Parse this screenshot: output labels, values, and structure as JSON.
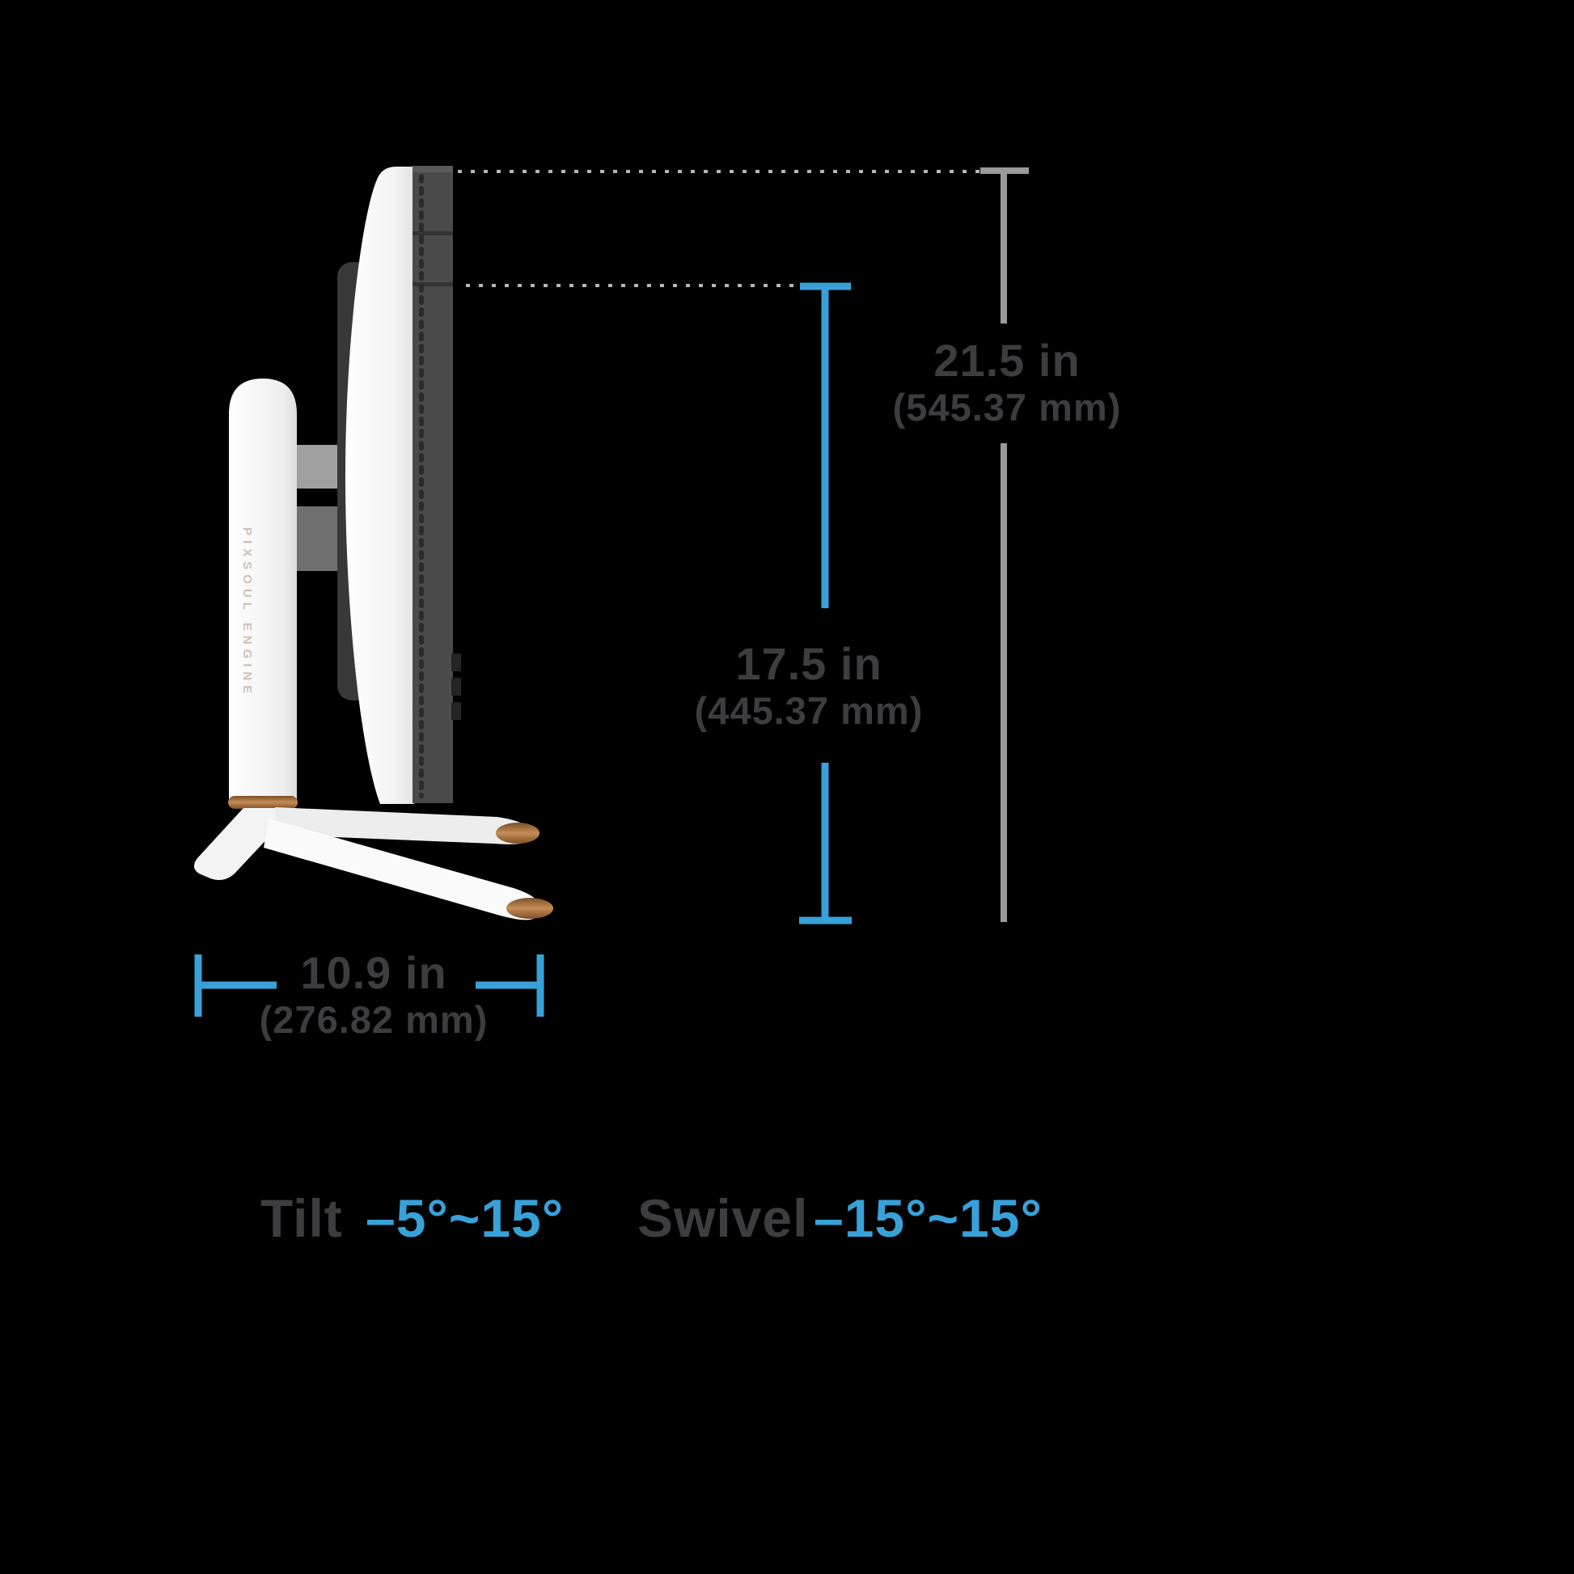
{
  "colors": {
    "background": "#000000",
    "accent_blue": "#38a1d8",
    "dim_line_gray": "#9a9a9a",
    "label_dark": "#3d3d40",
    "copper": "#a9763f"
  },
  "product": {
    "brand_engraving": "PIXSOUL ENGINE"
  },
  "dimensions": {
    "total_height": {
      "inches": "21.5 in",
      "millimeters": "(545.37 mm)"
    },
    "stand_height": {
      "inches": "17.5 in",
      "millimeters": "(445.37 mm)"
    },
    "base_depth": {
      "inches": "10.9 in",
      "millimeters": "(276.82 mm)"
    }
  },
  "adjustability": {
    "tilt_label": "Tilt",
    "tilt_range": "–5°~15°",
    "swivel_label": "Swivel",
    "swivel_range": "–15°~15°"
  }
}
